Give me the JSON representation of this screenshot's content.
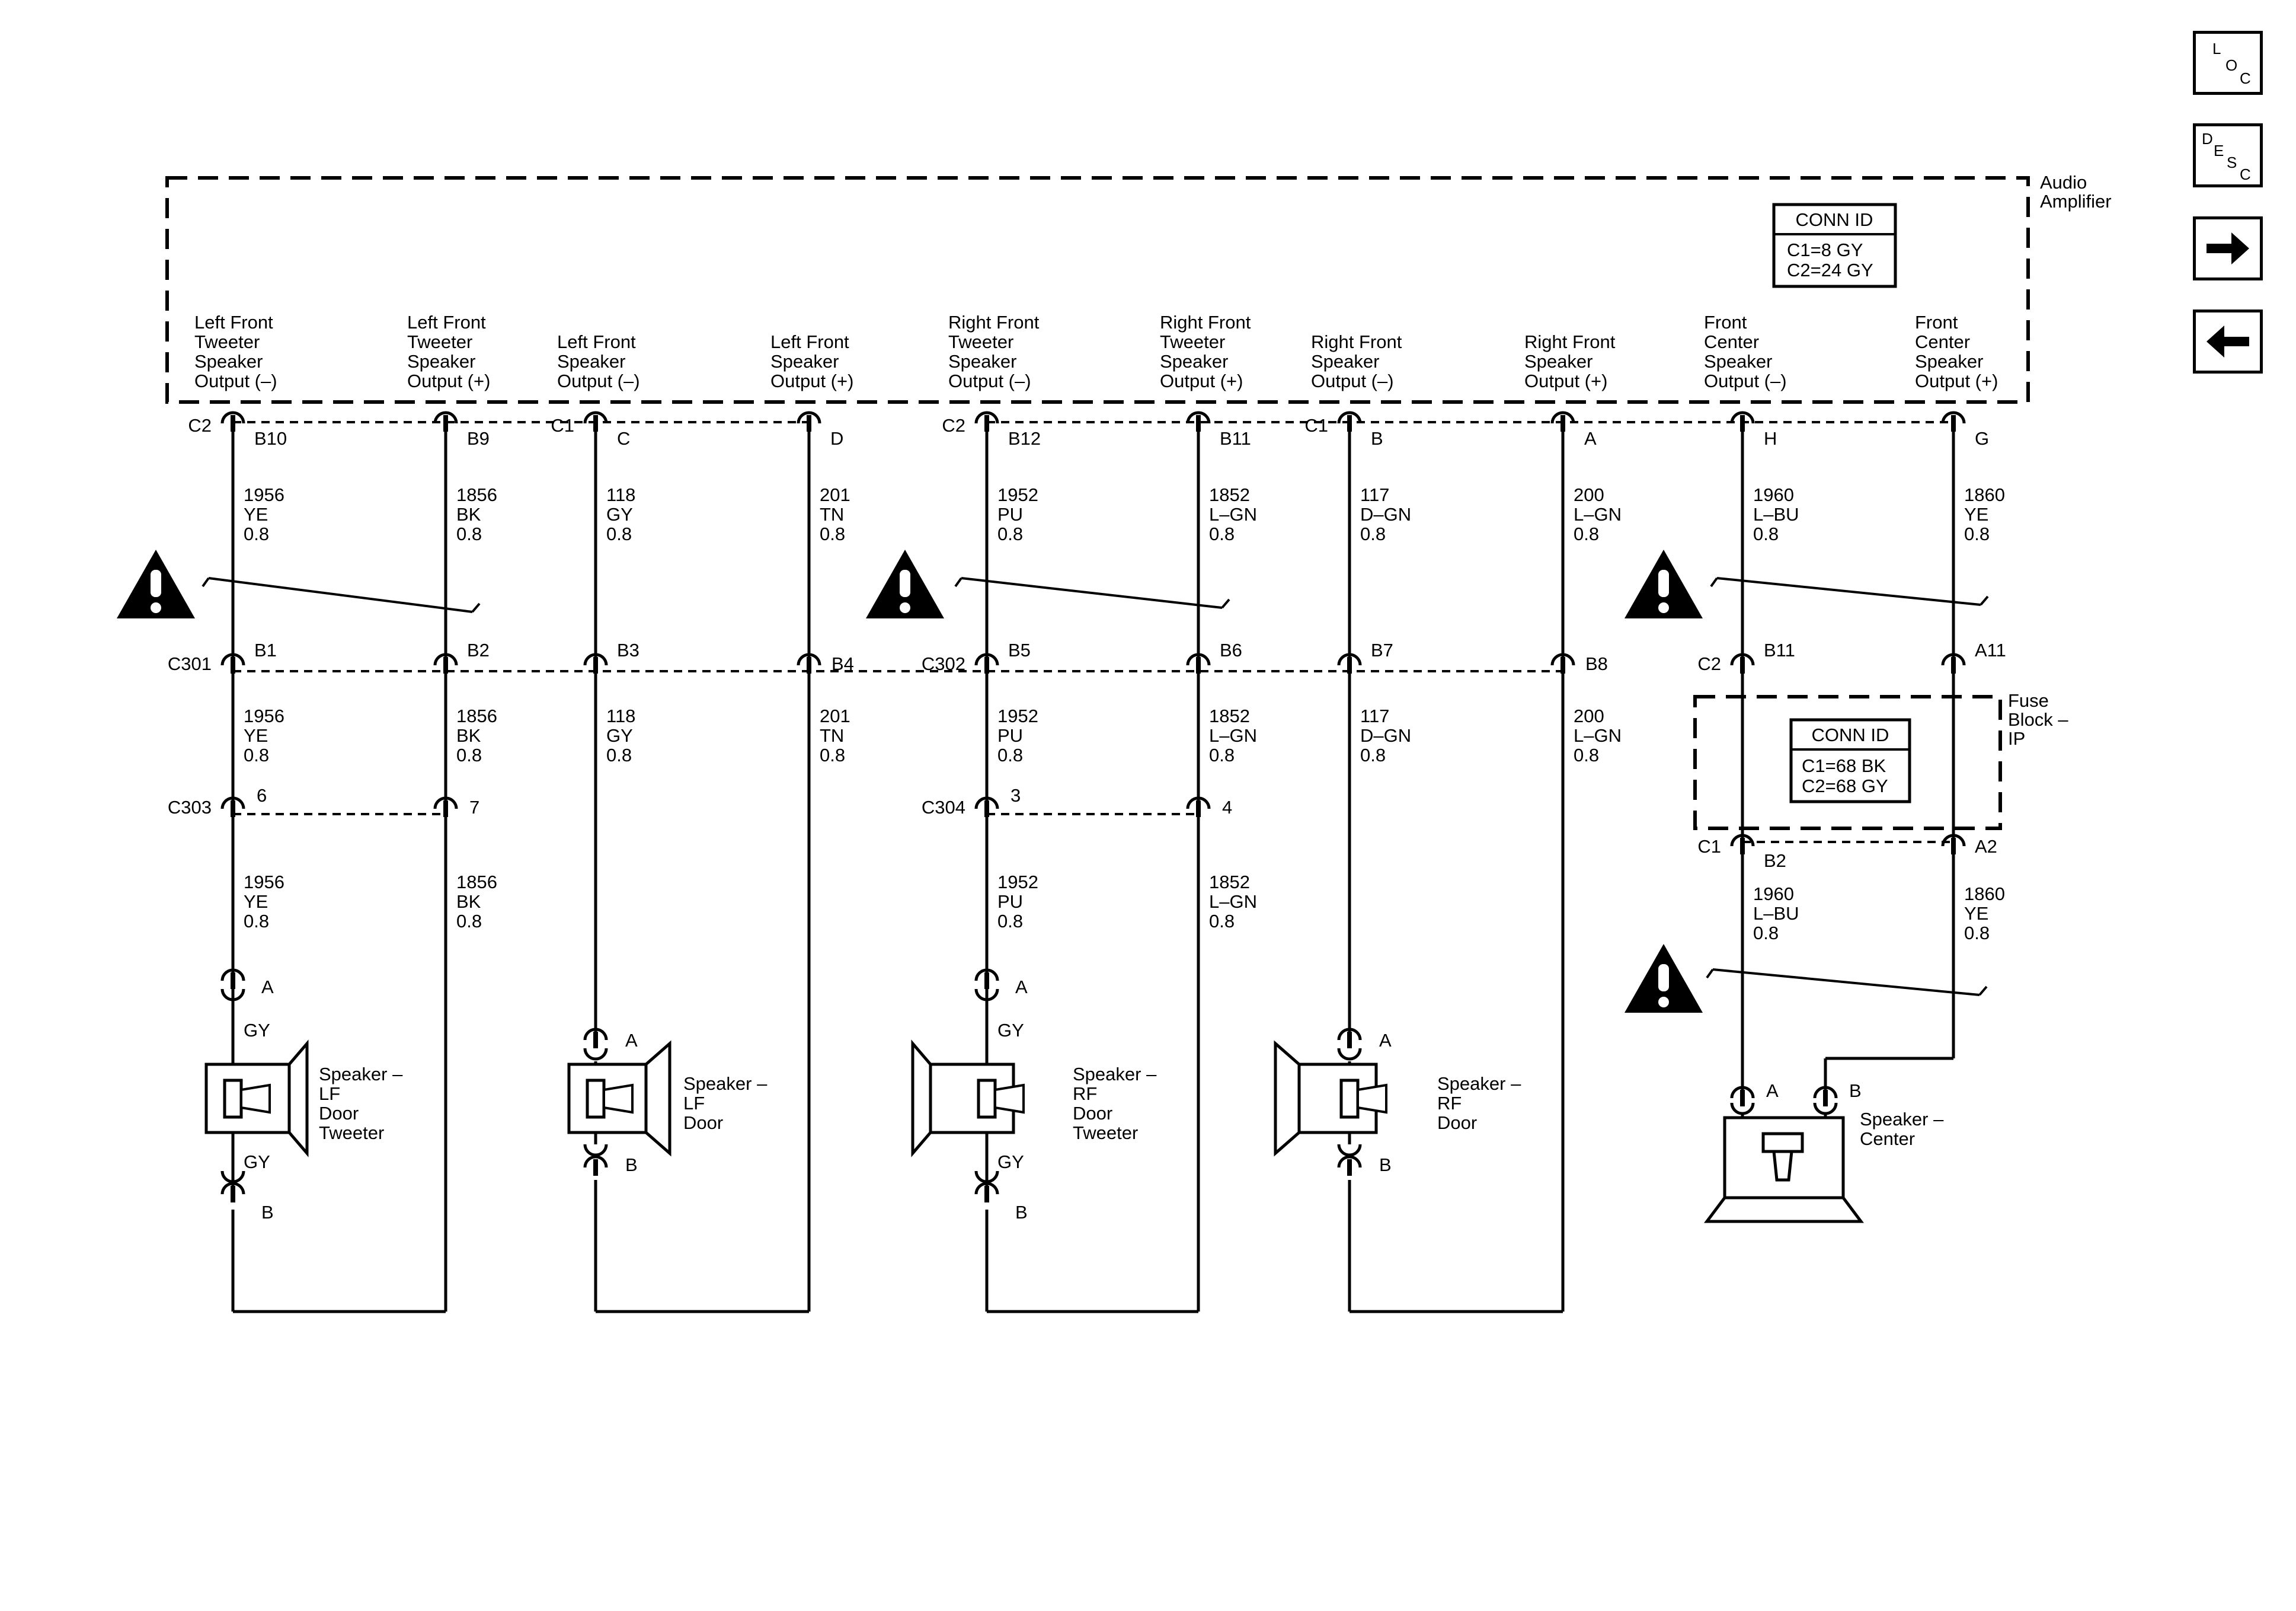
{
  "nav": {
    "loc": [
      "L",
      "O",
      "C"
    ],
    "desc": [
      "D",
      "E",
      "S",
      "C"
    ]
  },
  "module": {
    "name": [
      "Audio",
      "Amplifier"
    ],
    "conn_title": "CONN ID",
    "conn_lines": [
      "C1=8 GY",
      "C2=24 GY"
    ]
  },
  "fuse_block": {
    "name": [
      "Fuse",
      "Block –",
      "IP"
    ],
    "conn_title": "CONN ID",
    "conn_lines": [
      "C1=68 BK",
      "C2=68 GY"
    ]
  },
  "outputs": [
    [
      "Left Front",
      "Tweeter",
      "Speaker",
      "Output (–)"
    ],
    [
      "Left Front",
      "Tweeter",
      "Speaker",
      "Output (+)"
    ],
    [
      "Left Front",
      "Speaker",
      "Output (–)"
    ],
    [
      "Left Front",
      "Speaker",
      "Output (+)"
    ],
    [
      "Right Front",
      "Tweeter",
      "Speaker",
      "Output (–)"
    ],
    [
      "Right Front",
      "Tweeter",
      "Speaker",
      "Output (+)"
    ],
    [
      "Right Front",
      "Speaker",
      "Output (–)"
    ],
    [
      "Right Front",
      "Speaker",
      "Output (+)"
    ],
    [
      "Front",
      "Center",
      "Speaker",
      "Output (–)"
    ],
    [
      "Front",
      "Center",
      "Speaker",
      "Output (+)"
    ]
  ],
  "amp_pins": {
    "connectors": [
      "C2",
      "C1",
      "C2",
      "C1"
    ],
    "pins": [
      "B10",
      "B9",
      "C",
      "D",
      "B12",
      "B11",
      "B",
      "A",
      "H",
      "G"
    ]
  },
  "wires_upper": [
    [
      "1956",
      "YE",
      "0.8"
    ],
    [
      "1856",
      "BK",
      "0.8"
    ],
    [
      "118",
      "GY",
      "0.8"
    ],
    [
      "201",
      "TN",
      "0.8"
    ],
    [
      "1952",
      "PU",
      "0.8"
    ],
    [
      "1852",
      "L–GN",
      "0.8"
    ],
    [
      "117",
      "D–GN",
      "0.8"
    ],
    [
      "200",
      "L–GN",
      "0.8"
    ],
    [
      "1960",
      "L–BU",
      "0.8"
    ],
    [
      "1860",
      "YE",
      "0.8"
    ]
  ],
  "inline_c301_c302": {
    "connectors": [
      "C301",
      "C302"
    ],
    "pins": [
      "B1",
      "B2",
      "B3",
      "B4",
      "B5",
      "B6",
      "B7",
      "B8"
    ]
  },
  "fuse_pins_top": {
    "connector": "C2",
    "pins": [
      "B11",
      "A11"
    ]
  },
  "fuse_pins_bottom": {
    "connector": "C1",
    "pins": [
      "B2",
      "A2"
    ]
  },
  "wires_middle": [
    [
      "1956",
      "YE",
      "0.8"
    ],
    [
      "1856",
      "BK",
      "0.8"
    ],
    [
      "118",
      "GY",
      "0.8"
    ],
    [
      "201",
      "TN",
      "0.8"
    ],
    [
      "1952",
      "PU",
      "0.8"
    ],
    [
      "1852",
      "L–GN",
      "0.8"
    ],
    [
      "117",
      "D–GN",
      "0.8"
    ],
    [
      "200",
      "L–GN",
      "0.8"
    ]
  ],
  "inline_c303_c304": {
    "connectors": [
      "C303",
      "C304"
    ],
    "pins": [
      "6",
      "7",
      "3",
      "4"
    ]
  },
  "wires_lower": [
    [
      "1956",
      "YE",
      "0.8"
    ],
    [
      "1856",
      "BK",
      "0.8"
    ],
    [
      "1952",
      "PU",
      "0.8"
    ],
    [
      "1852",
      "L–GN",
      "0.8"
    ],
    [
      "1960",
      "L–BU",
      "0.8"
    ],
    [
      "1860",
      "YE",
      "0.8"
    ]
  ],
  "tweeter_pin_color": "GY",
  "speaker_pins": [
    "A",
    "B"
  ],
  "speakers": [
    [
      "Speaker –",
      "LF",
      "Door",
      "Tweeter"
    ],
    [
      "Speaker –",
      "LF",
      "Door"
    ],
    [
      "Speaker –",
      "RF",
      "Door",
      "Tweeter"
    ],
    [
      "Speaker –",
      "RF",
      "Door"
    ],
    [
      "Speaker –",
      "Center"
    ]
  ]
}
